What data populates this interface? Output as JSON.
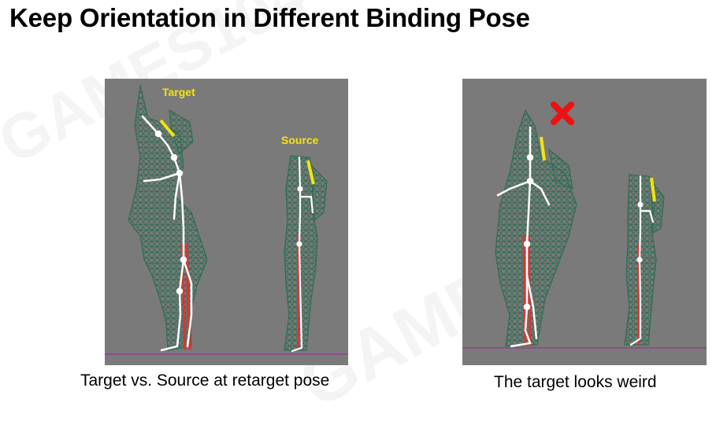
{
  "slide": {
    "title": "Keep Orientation in Different Binding Pose"
  },
  "left_panel": {
    "target_label": "Target",
    "source_label": "Source",
    "caption": "Target vs. Source at retarget pose"
  },
  "right_panel": {
    "caption": "The target looks weird",
    "cross_icon": "red-x-cross"
  },
  "colors": {
    "panel_bg": "#7a7a7a",
    "mesh": "#2f6d52",
    "bone": "#ffffff",
    "label_yellow": "#f5e30f",
    "cross_red": "#ee1111",
    "ground": "#8a4f8a"
  }
}
